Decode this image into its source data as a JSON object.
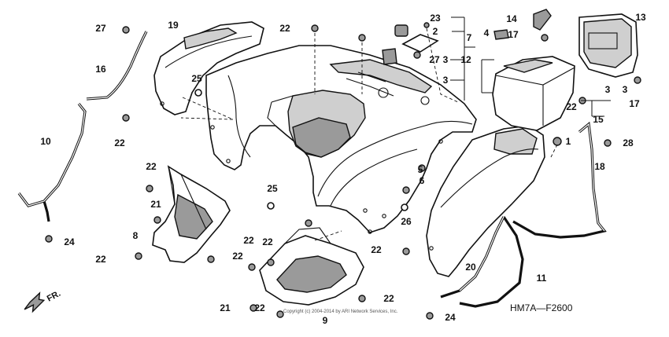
{
  "diagram": {
    "diagram_code": "HM7A—F2600",
    "direction_label": "FR.",
    "copyright": "Copyright (c) 2004-2014 by ARI Network Services, Inc.",
    "callouts": [
      "1",
      "2",
      "3",
      "3",
      "3",
      "3",
      "4",
      "5",
      "6",
      "7",
      "8",
      "9",
      "10",
      "11",
      "12",
      "13",
      "14",
      "15",
      "16",
      "17",
      "17",
      "18",
      "19",
      "20",
      "21",
      "21",
      "22",
      "22",
      "22",
      "22",
      "22",
      "22",
      "22",
      "22",
      "22",
      "22",
      "22",
      "23",
      "24",
      "24",
      "25",
      "25",
      "26",
      "27",
      "27",
      "28"
    ]
  }
}
